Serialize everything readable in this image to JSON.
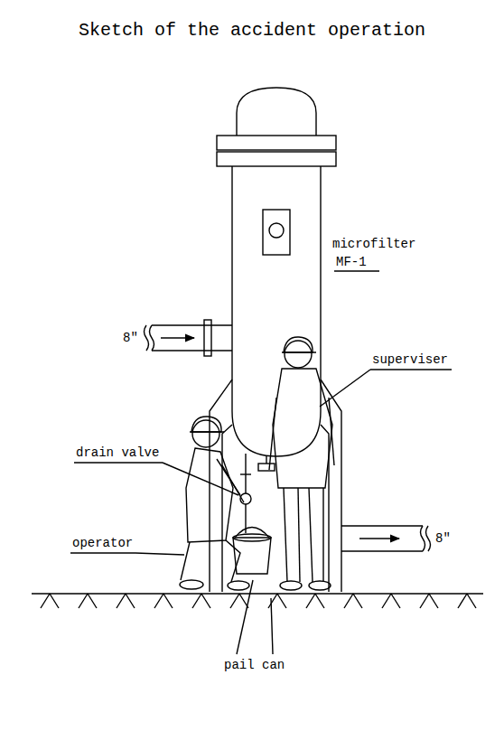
{
  "diagram": {
    "title": "Sketch of the accident operation",
    "labels": [
      "microfilter",
      "MF-1",
      "superviser",
      "drain valve",
      "operator",
      "pail can",
      "8\"",
      "8\""
    ]
  }
}
